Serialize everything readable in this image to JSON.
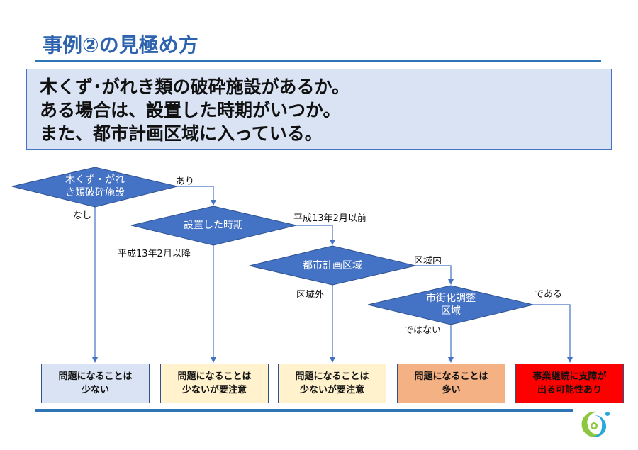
{
  "title": "事例②の見極め方",
  "question": {
    "lines": [
      "木くず･がれき類の破砕施設があるか。",
      "ある場合は、設置した時期がいつか。",
      "また、都市計画区域に入っている。"
    ]
  },
  "decisions": [
    {
      "line1": "木くず・がれ",
      "line2": "き類破砕施設"
    },
    {
      "line1": "設置した時期"
    },
    {
      "line1": "都市計画区域"
    },
    {
      "line1": "市街化調整",
      "line2": "区域"
    }
  ],
  "branch_labels": {
    "d1_yes": "あり",
    "d1_no": "なし",
    "d2_before": "平成13年2月以前",
    "d2_after": "平成13年2月以降",
    "d3_in": "区域内",
    "d3_out": "区域外",
    "d4_yes": "である",
    "d4_no": "ではない"
  },
  "results": [
    {
      "line1": "問題になることは",
      "line2": "少ない",
      "color": "#dae3f3"
    },
    {
      "line1": "問題になることは",
      "line2": "少ないが要注意",
      "color": "#fff2cc"
    },
    {
      "line1": "問題になることは",
      "line2": "少ないが要注意",
      "color": "#fff2cc"
    },
    {
      "line1": "問題になることは",
      "line2": "多い",
      "color": "#f4b183"
    },
    {
      "line1": "事業継続に支障が",
      "line2": "出る可能性あり",
      "color": "#ff0000"
    }
  ],
  "colors": {
    "accent": "#2e75b6",
    "diamond": "#4472c4"
  }
}
